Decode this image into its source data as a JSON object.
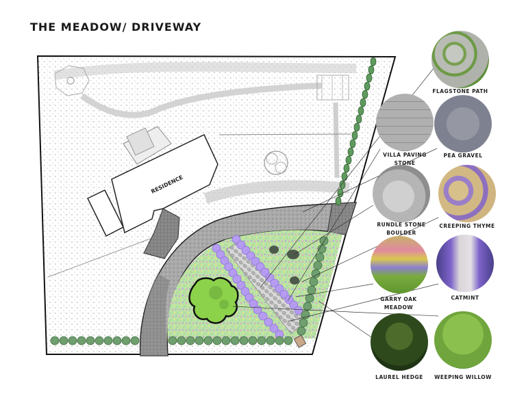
{
  "title": "THE MEADOW/ DRIVEWAY",
  "plan": {
    "building_label": "RESIDENCE"
  },
  "legend": [
    {
      "id": "flagstone",
      "label": "FLAGSTONE PATH",
      "icon": "flagstone-swatch",
      "color": "#7fa45a"
    },
    {
      "id": "villa",
      "label_line1": "VILLA PAVING",
      "label_line2": "STONE",
      "icon": "paver-swatch",
      "color": "#9a9a9a"
    },
    {
      "id": "pea",
      "label": "PEA GRAVEL",
      "icon": "gravel-swatch",
      "color": "#8d8f98"
    },
    {
      "id": "rundle",
      "label_line1": "RUNDLE STONE",
      "label_line2": "BOULDER",
      "icon": "boulder-swatch",
      "color": "#b8b8b8"
    },
    {
      "id": "thyme",
      "label": "CREEPING THYME",
      "icon": "thyme-swatch",
      "color": "#9b7fc4"
    },
    {
      "id": "garry",
      "label_line1": "GARRY OAK",
      "label_line2": "MEADOW",
      "icon": "meadow-swatch",
      "color": "#8fb04a"
    },
    {
      "id": "catmint",
      "label": "CATMINT",
      "icon": "catmint-swatch",
      "color": "#7a5fc0"
    },
    {
      "id": "laurel",
      "label": "LAUREL HEDGE",
      "icon": "hedge-swatch",
      "color": "#2f4a1f"
    },
    {
      "id": "willow",
      "label": "WEEPING WILLOW",
      "icon": "willow-swatch",
      "color": "#7cae3e"
    }
  ],
  "colors": {
    "meadow_fill": "#b9e3a4",
    "driveway": "#9a9a9a",
    "hedge": "#6f9e6f",
    "catmint": "#b59cf0",
    "willow": "#8cd24a"
  }
}
